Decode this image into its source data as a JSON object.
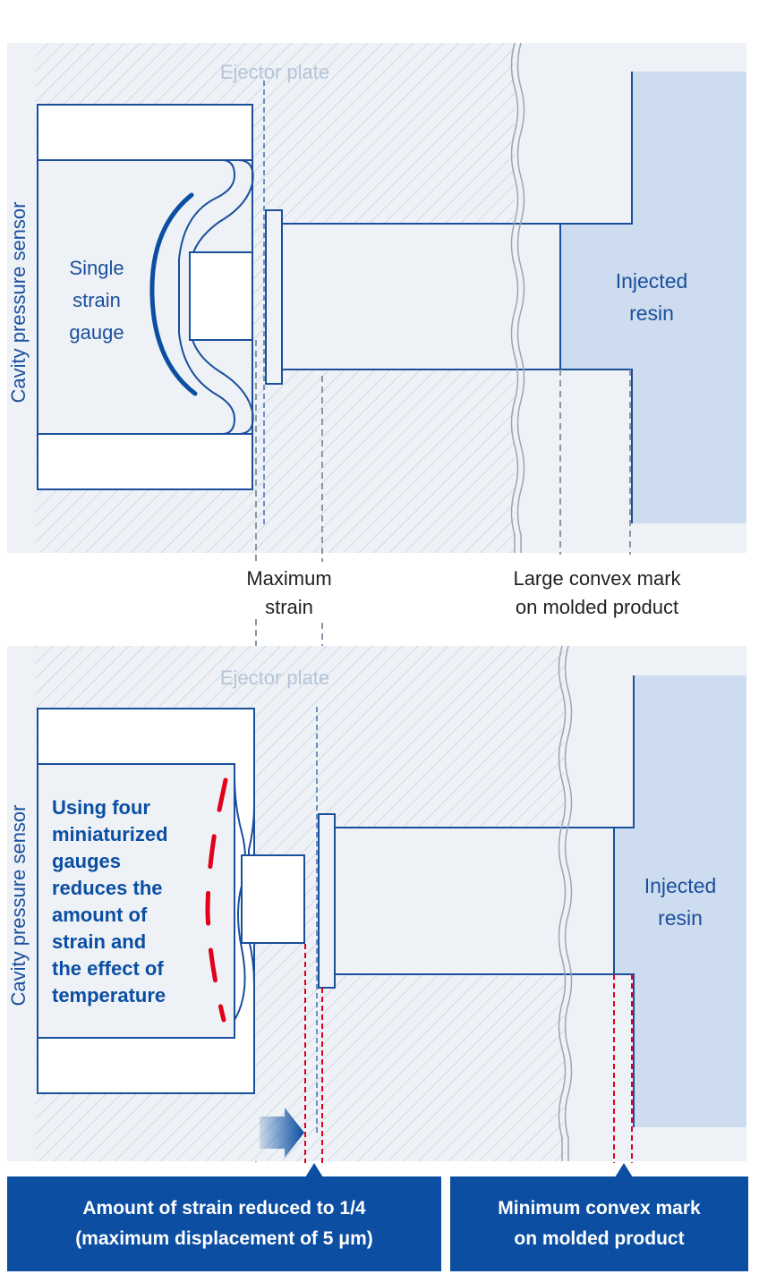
{
  "top_panel": {
    "ejector_plate": "Ejector plate",
    "sensor_label": "Cavity pressure sensor",
    "gauge_label": [
      "Single",
      "strain",
      "gauge"
    ],
    "resin_label": [
      "Injected",
      "resin"
    ]
  },
  "middle_labels": {
    "max_strain": [
      "Maximum",
      "strain"
    ],
    "large_mark": [
      "Large convex mark",
      "on molded product"
    ]
  },
  "bottom_panel": {
    "ejector_plate": "Ejector plate",
    "sensor_label": "Cavity pressure sensor",
    "gauge_description": [
      "Using four",
      "miniaturized",
      "gauges",
      "reduces the",
      "amount of",
      "strain and",
      "the effect of",
      "temperature"
    ],
    "resin_label": [
      "Injected",
      "resin"
    ]
  },
  "callouts": {
    "strain_reduced": [
      "Amount of strain reduced to 1/4",
      "(maximum displacement of 5 μm)"
    ],
    "minimum_mark": [
      "Minimum convex mark",
      "on molded product"
    ]
  },
  "colors": {
    "line_blue": "#1a4f9c",
    "dark_blue": "#0b4ea2",
    "panel_bg": "#eef2f6",
    "resin_fill": "#cddcee",
    "gauge_red": "#e0001b",
    "dash_gray": "#8a96a5"
  }
}
